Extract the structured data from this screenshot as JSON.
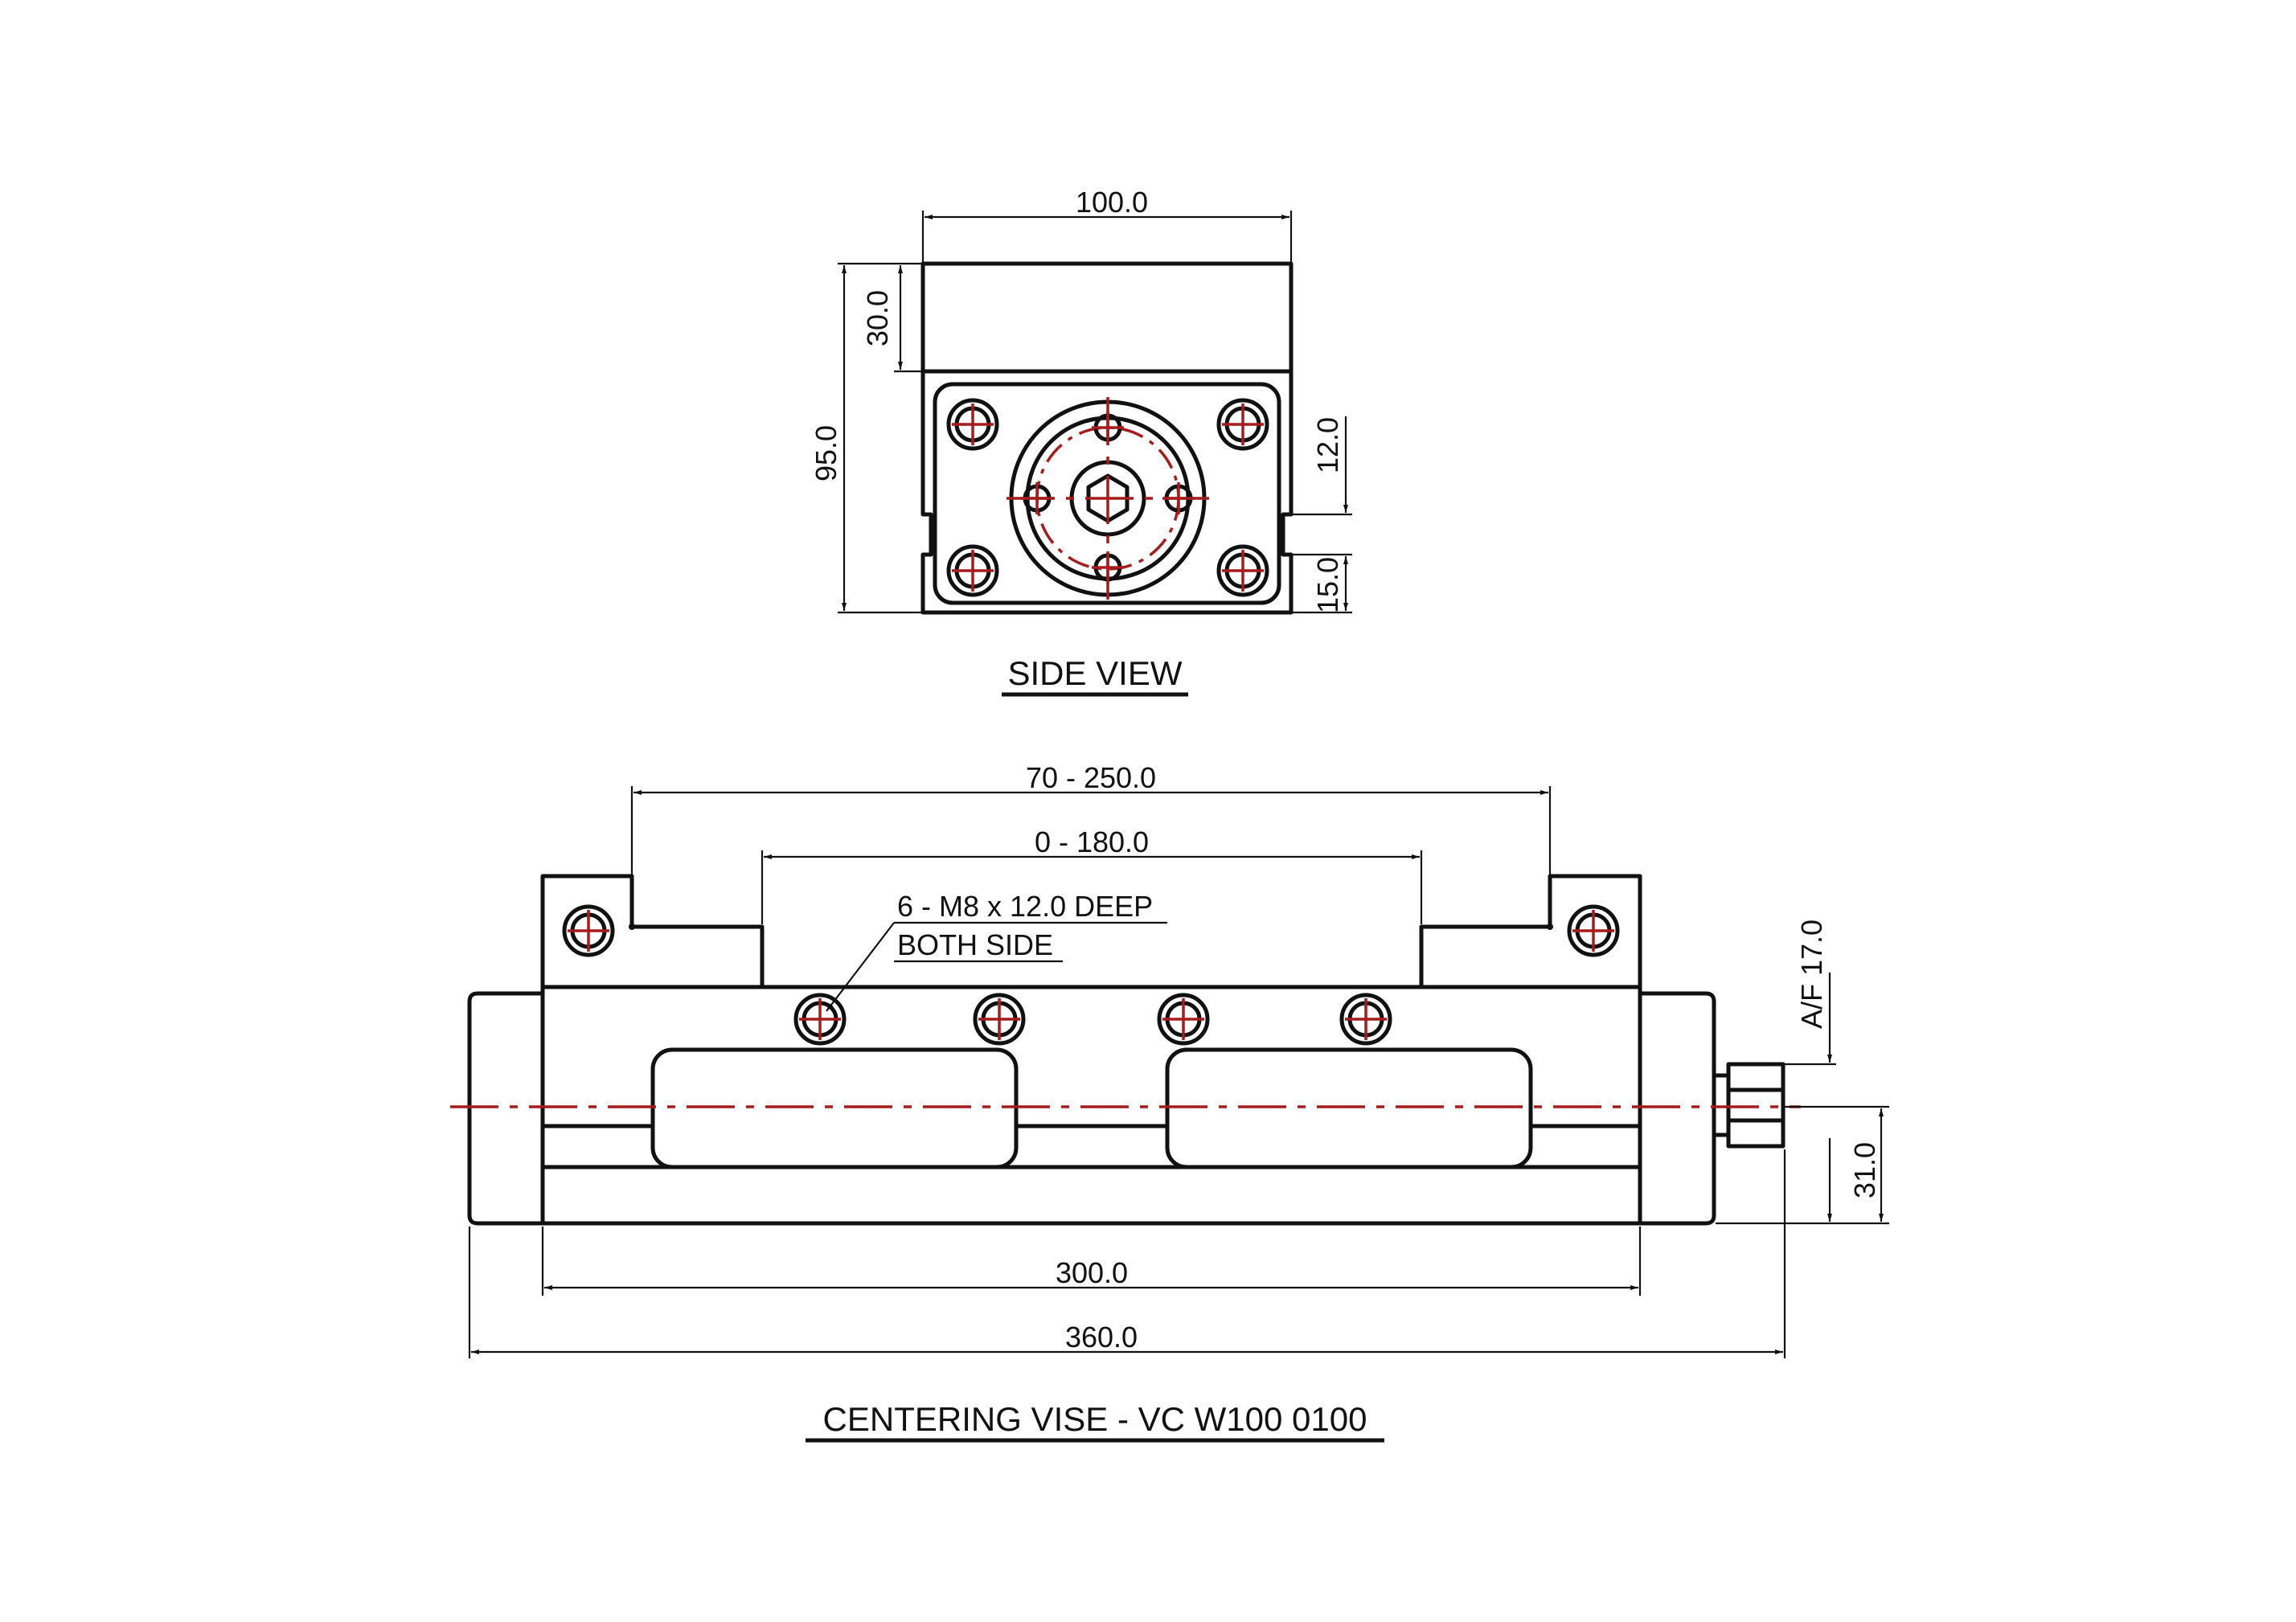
{
  "views": {
    "side_title": "SIDE VIEW",
    "main_title": "CENTERING VISE - VC W100 0100"
  },
  "dimensions": {
    "side_width": "100.0",
    "side_top_height": "30.0",
    "side_total_height": "95.0",
    "side_center_height": "12.0",
    "side_bottom_height": "15.0",
    "jaw_range_outer": "70 - 250.0",
    "jaw_range_inner": "0 - 180.0",
    "base_length": "300.0",
    "total_length": "360.0",
    "hex_af": "A/F 17.0",
    "shaft_height": "31.0"
  },
  "notes": {
    "hole_line1": "6 - M8 x 12.0 DEEP",
    "hole_line2": "BOTH SIDE"
  },
  "colors": {
    "line": "#111111",
    "centerline": "#a61c1c"
  }
}
